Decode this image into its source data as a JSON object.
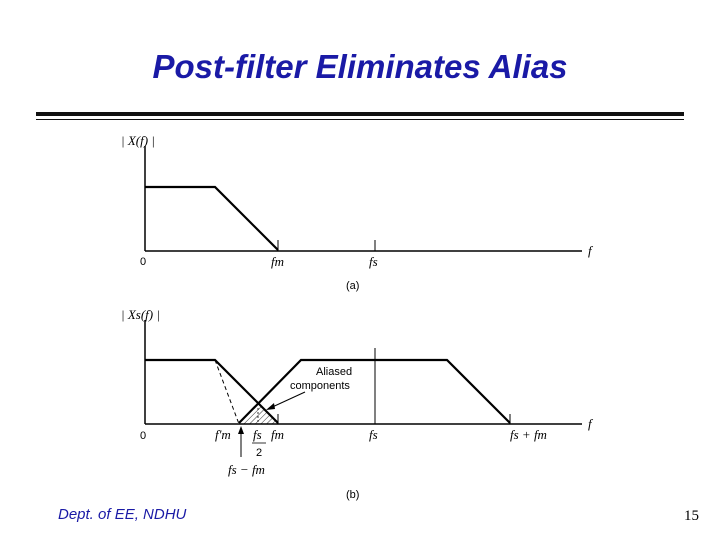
{
  "title": "Post-filter Eliminates Alias",
  "figure": {
    "panel_a": {
      "ylabel": "| X(f) |",
      "xaxis_end": "f",
      "origin": "0",
      "tick_fm": "fm",
      "tick_fs": "fs",
      "caption": "(a)"
    },
    "panel_b": {
      "ylabel": "| Xs(f) |",
      "xaxis_end": "f",
      "origin": "0",
      "tick_fpm": "f'm",
      "tick_fs_half_num": "fs",
      "tick_fs_half_den": "2",
      "tick_fm": "fm",
      "tick_fs": "fs",
      "tick_fs_plus_fm": "fs + fm",
      "tick_fs_minus_fm": "fs − fm",
      "annotation_line1": "Aliased",
      "annotation_line2": "components",
      "caption": "(b)"
    }
  },
  "footer": "Dept. of EE, NDHU",
  "page_number": "15"
}
